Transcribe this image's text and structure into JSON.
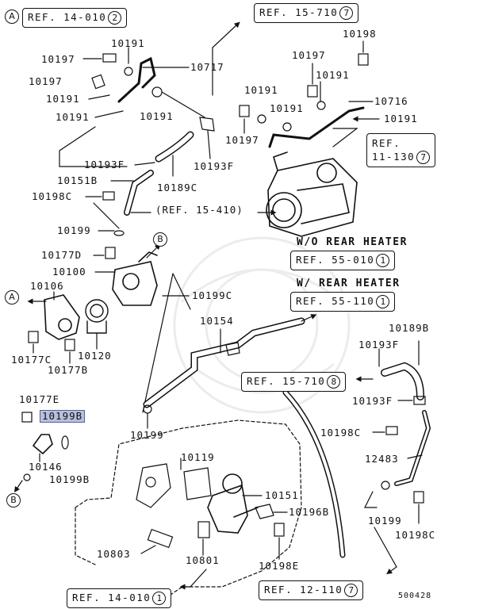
{
  "refs": {
    "r1": {
      "text": "REF. 14-010",
      "num": "2"
    },
    "r2": {
      "text": "REF. 15-710",
      "num": "7"
    },
    "r3": {
      "text": "REF.",
      "text2": "11-130",
      "num": "7"
    },
    "r4": {
      "text": "REF. 55-010",
      "num": "1"
    },
    "r5": {
      "text": "REF. 55-110",
      "num": "1"
    },
    "r6": {
      "text": "REF. 15-710",
      "num": "8"
    },
    "r7": {
      "text": "REF. 14-010",
      "num": "1"
    },
    "r8": {
      "text": "REF. 12-110",
      "num": "7"
    },
    "inline_ref": "(REF. 15-410)"
  },
  "headers": {
    "wo": "W/O REAR HEATER",
    "w": "W/  REAR HEATER"
  },
  "markers": {
    "a": "A",
    "b": "B"
  },
  "labels": {
    "l10191a": "10191",
    "l10197a": "10197",
    "l10717": "10717",
    "l10197b": "10197",
    "l10191b": "10191",
    "l10191c": "10191",
    "l10191d": "10191",
    "l10198a": "10198",
    "l10197c": "10197",
    "l10191e": "10191",
    "l10191f": "10191",
    "l10191g": "10191",
    "l10716": "10716",
    "l10191h": "10191",
    "l10197d": "10197",
    "l10193fa": "10193F",
    "l10193fb": "10193F",
    "l10189c": "10189C",
    "l10151b": "10151B",
    "l10198c": "10198C",
    "l10199a": "10199",
    "l10177d": "10177D",
    "l10100": "10100",
    "l10106": "10106",
    "l10199c": "10199C",
    "l10154": "10154",
    "l10189b": "10189B",
    "l10193fc": "10193F",
    "l10193fd": "10193F",
    "l10120": "10120",
    "l10177c": "10177C",
    "l10177b": "10177B",
    "l10177e": "10177E",
    "l10199b": "10199B",
    "l10146": "10146",
    "l10199bb": "10199B",
    "l10199d": "10199",
    "l10198cb": "10198C",
    "l12483": "12483",
    "l10119": "10119",
    "l10151": "10151",
    "l10196b": "10196B",
    "l10199e": "10199",
    "l10198cc": "10198C",
    "l10803": "10803",
    "l10801": "10801",
    "l10198e": "10198E"
  },
  "footer": {
    "code": "500428"
  }
}
